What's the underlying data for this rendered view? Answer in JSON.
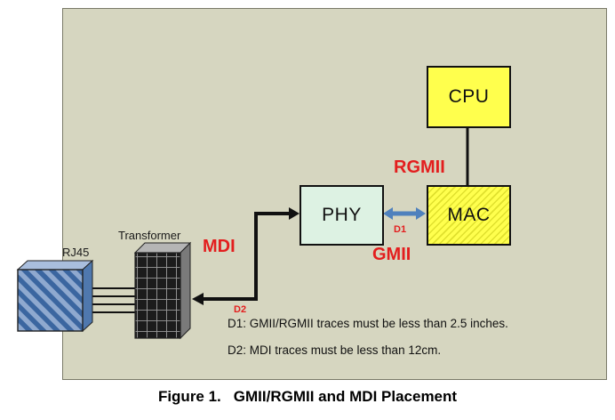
{
  "figure": {
    "caption_label": "Figure 1.",
    "caption_title": "GMII/RGMII and MDI Placement"
  },
  "blocks": {
    "cpu_label": "CPU",
    "mac_label": "MAC",
    "phy_label": "PHY",
    "transformer_label": "Transformer",
    "rj45_label": "RJ45"
  },
  "bus_labels": {
    "rgmii": "RGMII",
    "gmii": "GMII",
    "mdi": "MDI",
    "d1": "D1",
    "d2": "D2"
  },
  "notes": {
    "d1_note": "D1: GMII/RGMII traces must be less than 2.5 inches.",
    "d2_note": "D2: MDI traces must be less than 12cm."
  },
  "colors": {
    "diagram_background": "#d6d6c0",
    "block_yellow": "#ffff4d",
    "phy_green": "#ddf2e3",
    "label_red": "#e31e1e",
    "arrow_blue": "#4f81bd",
    "rj45_blue_light": "#8fa9cf",
    "rj45_blue_dark": "#3b66a0",
    "trace_black": "#111111"
  }
}
